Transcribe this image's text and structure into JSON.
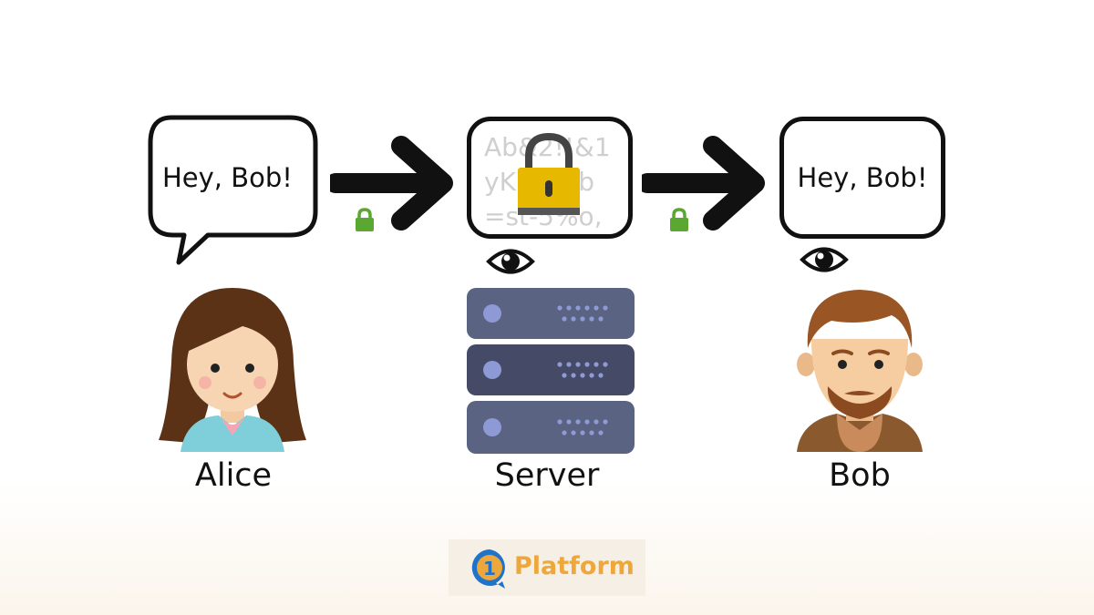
{
  "alice": {
    "name": "Alice",
    "message": "Hey, Bob!"
  },
  "server": {
    "name": "Server",
    "ciphertext": "Ab&2!!&1\nyK      ?b\n=st-5%o,"
  },
  "bob": {
    "name": "Bob",
    "message": "Hey, Bob!"
  },
  "brand": {
    "logo_text": "Platform",
    "logo_digit": "1"
  },
  "colors": {
    "lock_small": "#5aa832",
    "padlock_body": "#e6b800",
    "server_light": "#5a6382",
    "server_dark": "#454b66",
    "server_led": "#8e9ad6",
    "logo_orange": "#eea73a",
    "logo_blue": "#1f73c9"
  },
  "icons": [
    "right-arrow-icon",
    "small-lock-icon",
    "padlock-icon",
    "eye-icon",
    "server-rack-icon",
    "alice-avatar",
    "bob-avatar",
    "platform-logo"
  ]
}
